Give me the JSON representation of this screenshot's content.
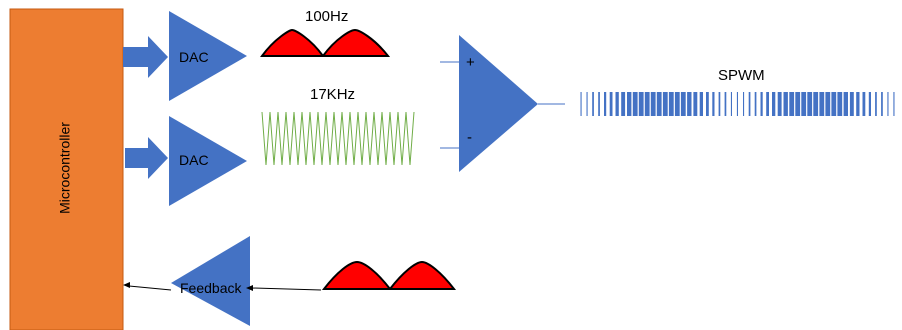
{
  "blocks": {
    "microcontroller": {
      "label": "Microcontroller"
    },
    "dac_top": {
      "label": "DAC"
    },
    "dac_bottom": {
      "label": "DAC"
    },
    "feedback": {
      "label": "Feedback"
    },
    "comparator": {
      "plus": "+",
      "minus": "-"
    }
  },
  "signals": {
    "sine_freq": "100Hz",
    "triangle_freq": "17KHz",
    "output": "SPWM"
  },
  "colors": {
    "microcontroller_fill": "#ED7D31",
    "microcontroller_border": "#C55A11",
    "block_blue": "#4472C4",
    "sine_fill": "#FF0000",
    "triangle_stroke": "#70AD47",
    "spwm_pulse": "#4472C4",
    "arrow_line": "#000000"
  },
  "icons": {
    "block_arrow": "right-arrow",
    "triangle_block": "triangle-amplifier"
  }
}
